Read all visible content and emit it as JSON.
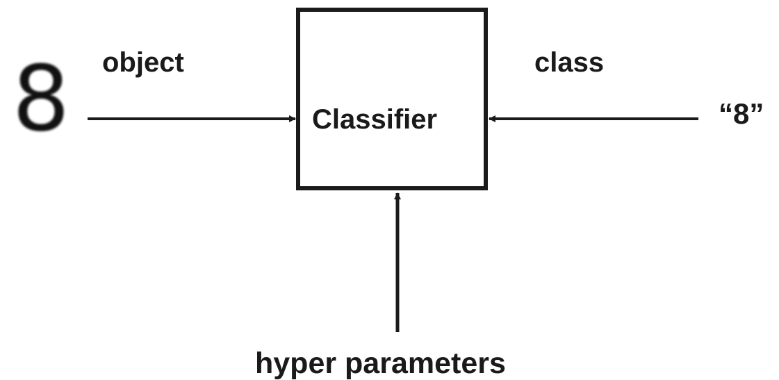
{
  "diagram": {
    "input_image_digit": "8",
    "labels": {
      "object": "object",
      "classifier": "Classifier",
      "class": "class",
      "class_value": "“8”",
      "hyper_parameters": "hyper parameters"
    },
    "colors": {
      "stroke": "#1a1a1a",
      "text": "#1a1a1a",
      "background": "#ffffff"
    }
  }
}
